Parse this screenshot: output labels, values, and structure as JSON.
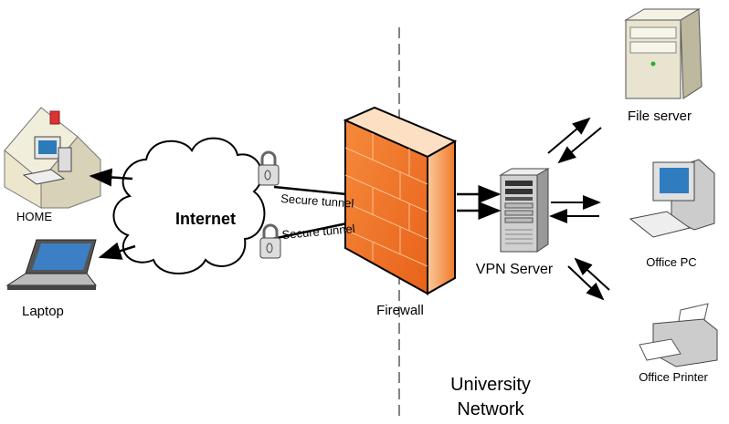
{
  "labels": {
    "home": "HOME",
    "laptop": "Laptop",
    "internet": "Internet",
    "tunnel1": "Secure tunnel",
    "tunnel2": "Secure tunnel",
    "firewall": "Firewall",
    "vpn_server": "VPN Server",
    "file_server": "File server",
    "office_pc": "Office PC",
    "office_printer": "Office Printer",
    "network_line1": "University",
    "network_line2": "Network"
  },
  "colors": {
    "firewall": "#f07a2a",
    "firewall_light": "#fbb07a",
    "server_gray": "#c8c8c8",
    "file_server_beige": "#e8e4d0"
  }
}
